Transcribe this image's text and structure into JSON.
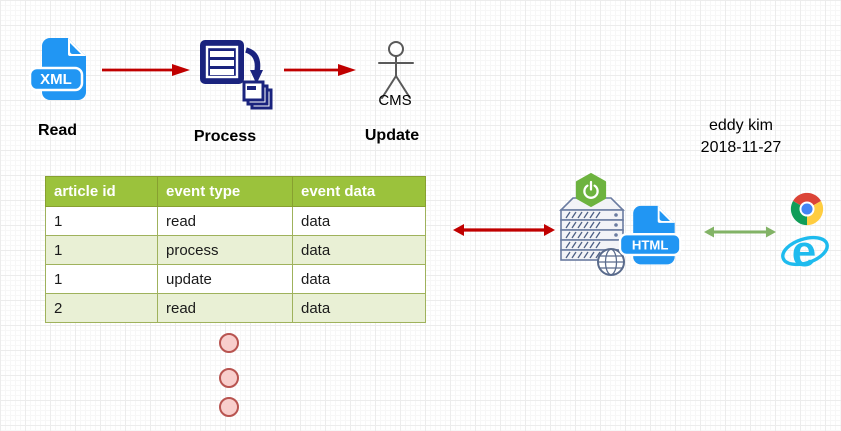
{
  "diagram": {
    "steps": [
      {
        "label": "Read",
        "icon_badge": "XML"
      },
      {
        "label": "Process"
      },
      {
        "label": "Update",
        "actor_label": "CMS"
      }
    ],
    "annotation": {
      "author": "eddy kim",
      "date": "2018-11-27"
    },
    "server_badge": "HTML"
  },
  "table": {
    "headers": [
      "article id",
      "event type",
      "event data"
    ],
    "rows": [
      [
        "1",
        "read",
        "data"
      ],
      [
        "1",
        "process",
        "data"
      ],
      [
        "1",
        "update",
        "data"
      ],
      [
        "2",
        "read",
        "data"
      ]
    ]
  },
  "colors": {
    "arrow_red": "#C00000",
    "arrow_green": "#82B366",
    "file_blue": "#2196F3",
    "process_navy": "#1A237E",
    "spring_green": "#6DB33F",
    "server_slate": "#6B7CA1",
    "ie_blue": "#1EBBEE",
    "chrome_red": "#DB4437",
    "chrome_green": "#0F9D58",
    "chrome_yellow": "#FFCD40",
    "chrome_blue": "#4285F4",
    "table_header_bg": "#9BC23C",
    "table_alt_row_bg": "#E9F0D5",
    "dot_fill": "#F8CECC",
    "dot_stroke": "#B85450"
  }
}
